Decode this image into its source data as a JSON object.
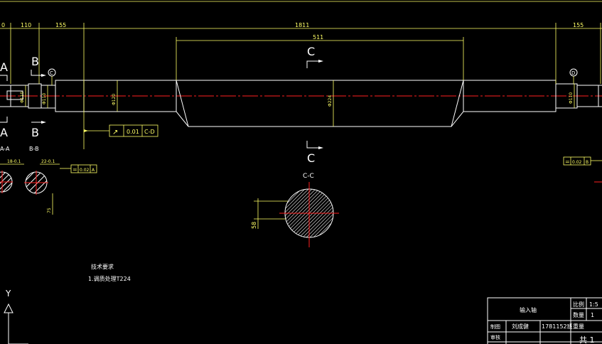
{
  "colors": {
    "background": "#000000",
    "outline": "#ffffff",
    "dimension": "#ffff66",
    "centerline": "#ff2020",
    "hatch": "#ffffff"
  },
  "dimensions": {
    "top_left_edge": "0",
    "top_110": "110",
    "top_155_left": "155",
    "top_overall": "1811",
    "top_155_right": "155",
    "top_511": "511"
  },
  "diameters": {
    "left_end": "Φ110",
    "left_step": "Φ110",
    "left_journal": "Φ120",
    "middle": "Φ224",
    "right_journal": "Φ110"
  },
  "section_labels": {
    "a_top": "A",
    "a_bottom": "A",
    "b_top": "B",
    "b_bottom": "B",
    "c_top": "C",
    "c_bottom": "C",
    "view_aa": "A-A",
    "view_bb": "B-B",
    "view_cc": "C-C",
    "datum_c": "C",
    "datum_d": "D"
  },
  "section_dims": {
    "aa_width": "18-0.1",
    "bb_width": "22-0.1",
    "bb_height": "75",
    "cc_height": "58"
  },
  "tolerance_frames": {
    "main": {
      "symbol": "↗",
      "value": "0.01",
      "datum": "C-D"
    },
    "bb": {
      "symbol": "=",
      "value": "0.02",
      "datum": "A"
    },
    "right": {
      "symbol": "=",
      "value": "0.02",
      "datum": "B"
    }
  },
  "notes": {
    "title": "技术要求",
    "item1": "1.调质处理T224"
  },
  "axis": {
    "y_label": "Y"
  },
  "title_block": {
    "part_name": "输入轴",
    "scale_label": "比例",
    "scale_value": "1:5",
    "qty_label": "数量",
    "qty_value": "1",
    "weight_label": "重量",
    "drawn_label": "制图",
    "drafter": "刘成健",
    "student_no": "1781152班",
    "check_label": "审核",
    "sheet_text": "共 1"
  }
}
